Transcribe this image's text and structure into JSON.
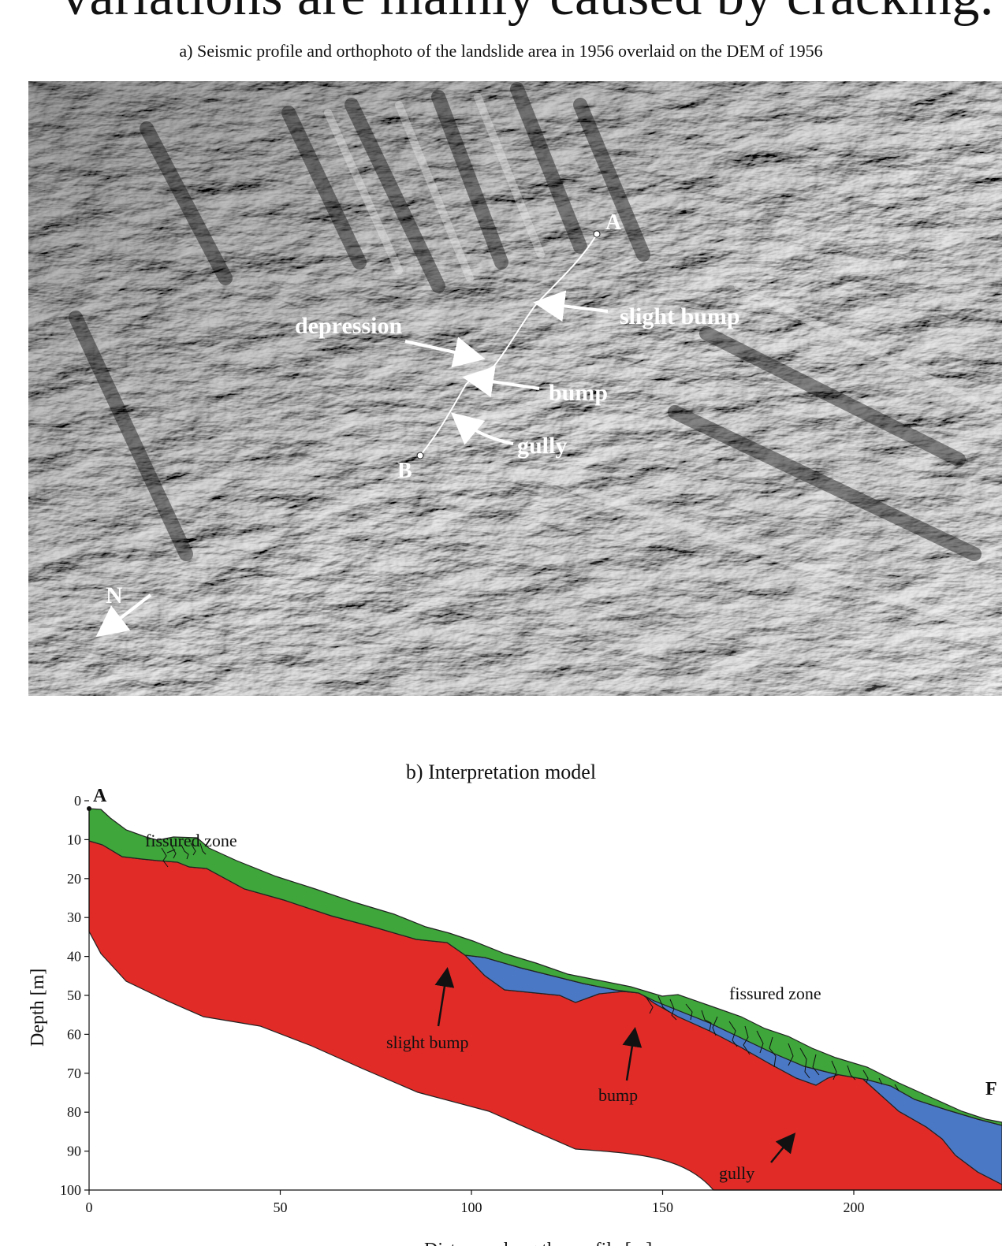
{
  "header": {
    "cut_heading": "variations are mainly caused by cracking. F"
  },
  "panel_a": {
    "caption": "a) Seismic profile and orthophoto of the landslide area in 1956 overlaid on the DEM of 1956",
    "labels": {
      "point_a": "A",
      "point_b": "B",
      "depression": "depression",
      "slight_bump": "slight bump",
      "bump": "bump",
      "gully": "gully",
      "north": "N"
    }
  },
  "panel_b": {
    "caption": "b)  Interpretation model",
    "point_a": "A",
    "point_b_partial": "F",
    "labels": {
      "fissured_zone_top": "fissured zone",
      "fissured_zone_right": "fissured zone",
      "slight_bump": "slight bump",
      "bump": "bump",
      "gully": "gully"
    },
    "ylabel": "Depth [m]",
    "xlabel_partial": "Distance along the profile [m]",
    "y_ticks": [
      "0",
      "10",
      "20",
      "30",
      "40",
      "50",
      "60",
      "70",
      "80",
      "90",
      "100"
    ],
    "x_ticks": [
      "0",
      "50",
      "100",
      "150",
      "200"
    ],
    "colors": {
      "green_layer": "#3ea63a",
      "blue_layer": "#4a78c4",
      "red_layer": "#e12b27"
    }
  }
}
